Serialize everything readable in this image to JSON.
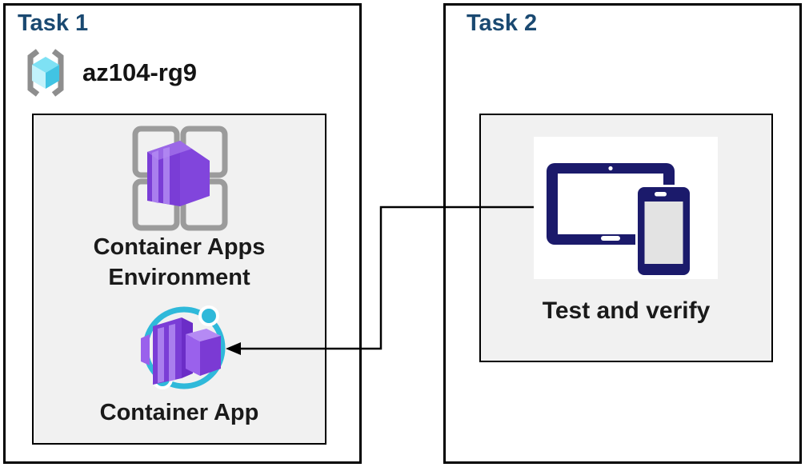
{
  "diagram": {
    "task1": {
      "title": "Task 1",
      "resource_group_name": "az104-rg9",
      "environment_label": "Container Apps Environment",
      "container_app_label": "Container App"
    },
    "task2": {
      "title": "Task 2",
      "test_label": "Test and verify"
    },
    "connector": {
      "from": "Test and verify icon",
      "to": "Container App icon",
      "shape": "elbow-arrow-pointing-left"
    }
  },
  "icons": {
    "resource_group": "azure-resource-group-icon",
    "environment": "container-apps-environment-icon",
    "container_app": "container-app-icon",
    "devices": "test-devices-icon"
  },
  "colors": {
    "title_blue": "#1A4971",
    "label_black": "#1A1A1A",
    "border_black": "#000000",
    "panel_gray": "#F1F1F1",
    "frame_gray": "#9B9B9B",
    "bracket_gray": "#8E8E8E",
    "cube_top": "#7EE1F4",
    "cube_left": "#C2F2FB",
    "cube_right": "#41C4E3",
    "purple_front": "#7A3DD6",
    "purple_stripe": "#A97EEE",
    "purple_right": "#8145DC",
    "purple_dark": "#6B2DC7",
    "purple_top": "#B58AF4",
    "purple_mid": "#9A61EC",
    "purple_deep": "#7B3AD4",
    "cyan": "#2FB9DA",
    "navy": "#1B1A6B",
    "phone_screen": "#E3E3E3"
  }
}
